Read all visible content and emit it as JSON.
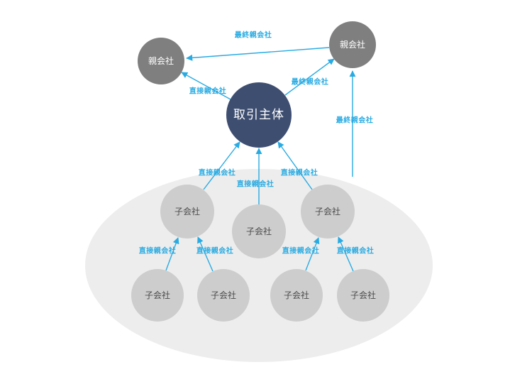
{
  "diagram": {
    "nodes": {
      "subject": {
        "label": "取引主体"
      },
      "parentLeft": {
        "label": "親会社"
      },
      "parentRight": {
        "label": "親会社"
      },
      "subMid1": {
        "label": "子会社"
      },
      "subMid2": {
        "label": "子会社"
      },
      "subMid3": {
        "label": "子会社"
      },
      "subBottom1": {
        "label": "子会社"
      },
      "subBottom2": {
        "label": "子会社"
      },
      "subBottom3": {
        "label": "子会社"
      },
      "subBottom4": {
        "label": "子会社"
      }
    },
    "edges": [
      {
        "from": "parentRight",
        "to": "parentLeft",
        "label": "最終親会社"
      },
      {
        "from": "subject",
        "to": "parentLeft",
        "label": "直接親会社"
      },
      {
        "from": "subject",
        "to": "parentRight",
        "label": "最終親会社"
      },
      {
        "from": "subsidiaryGroup",
        "to": "parentRight",
        "label": "最終親会社"
      },
      {
        "from": "subMid1",
        "to": "subject",
        "label": "直接親会社"
      },
      {
        "from": "subMid2",
        "to": "subject",
        "label": "直接親会社"
      },
      {
        "from": "subMid3",
        "to": "subject",
        "label": "直接親会社"
      },
      {
        "from": "subBottom1",
        "to": "subMid1",
        "label": "直接親会社"
      },
      {
        "from": "subBottom2",
        "to": "subMid1",
        "label": "直接親会社"
      },
      {
        "from": "subBottom3",
        "to": "subMid3",
        "label": "直接親会社"
      },
      {
        "from": "subBottom4",
        "to": "subMid3",
        "label": "直接親会社"
      }
    ],
    "colors": {
      "subject_node": "#3e4e71",
      "parent_node": "#7f7f7f",
      "subsidiary_node": "#cdcdcd",
      "group_ellipse": "#ededed",
      "arrow": "#29abe2",
      "background": "#ffffff"
    }
  }
}
